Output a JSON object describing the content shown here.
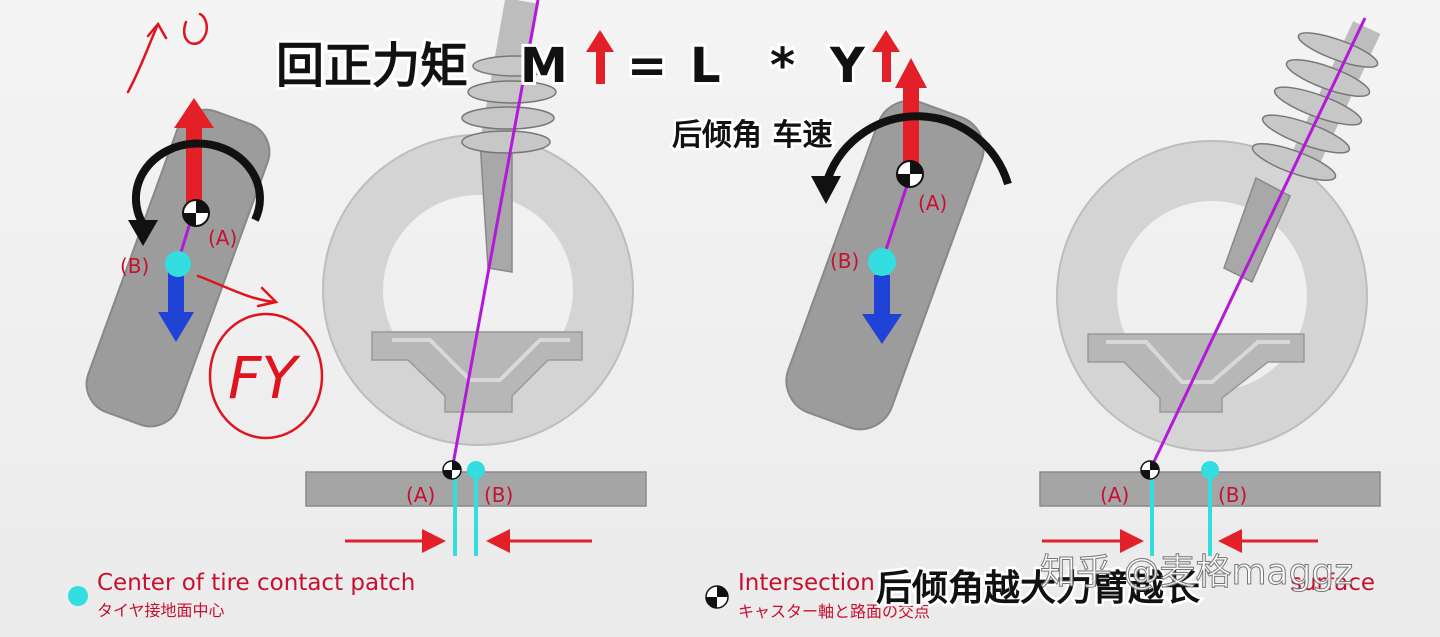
{
  "title": {
    "label": "回正力矩",
    "M": "M",
    "eq": "=",
    "L": "L",
    "mul": "*",
    "Y": "Y"
  },
  "subtitle": "后倾角  车速",
  "labels": {
    "A": "(A)",
    "B": "(B)"
  },
  "handwriting": {
    "fy": "FY"
  },
  "legend": {
    "contact_en": "Center of tire contact patch",
    "contact_jp": "タイヤ接地面中心",
    "intersection_en": "Intersection",
    "intersection_tail": "surface",
    "intersection_jp": "キャスター軸と路面の交点"
  },
  "caption": "后倾角越大力臂越长",
  "watermark": "知乎 @麦格maggz",
  "colors": {
    "arrow_red": "#e32028",
    "arrow_blue": "#1f43d6",
    "axis_purple": "#b21ad8",
    "contact_cyan": "#33dde0",
    "label_red": "#c8102e"
  }
}
